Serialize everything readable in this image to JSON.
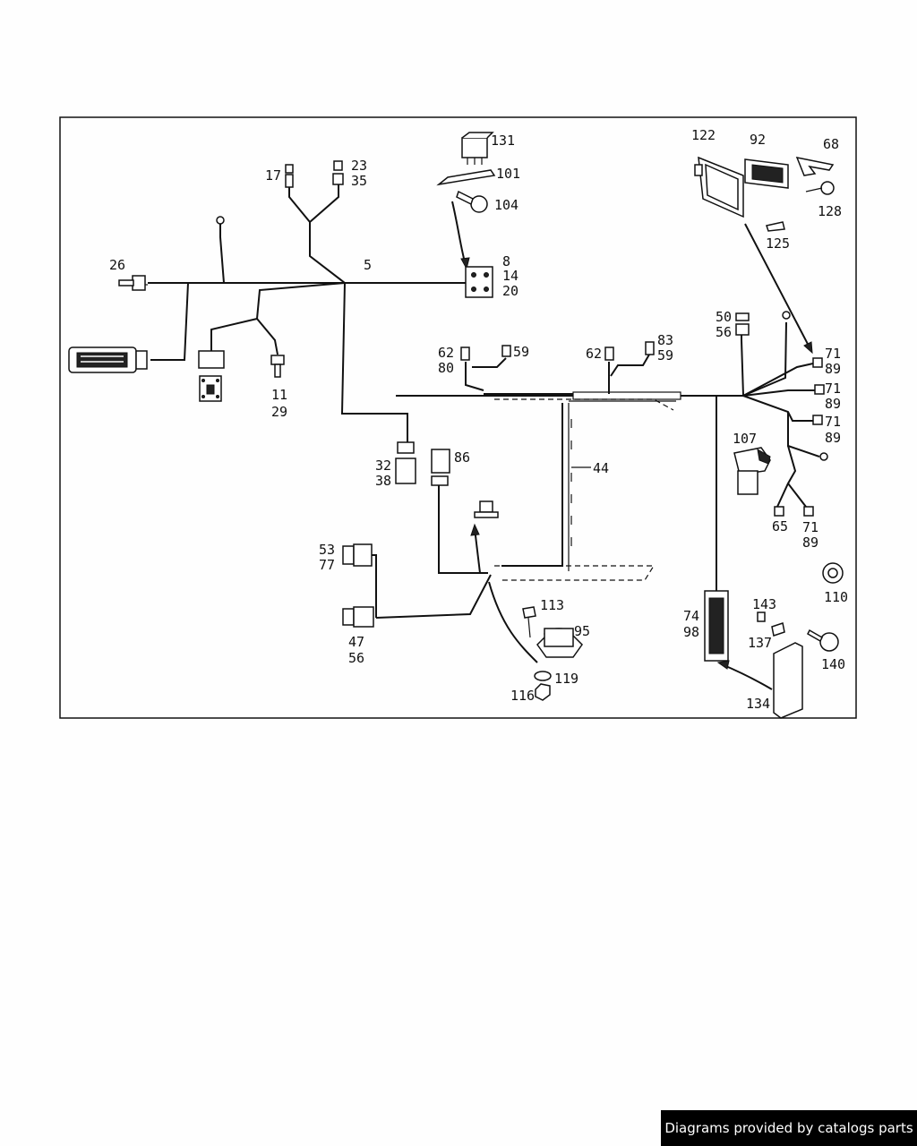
{
  "labels": [
    {
      "id": "131",
      "text": "131"
    },
    {
      "id": "101",
      "text": "101"
    },
    {
      "id": "104",
      "text": "104"
    },
    {
      "id": "122",
      "text": "122"
    },
    {
      "id": "92",
      "text": "92"
    },
    {
      "id": "68",
      "text": "68"
    },
    {
      "id": "128",
      "text": "128"
    },
    {
      "id": "125",
      "text": "125"
    },
    {
      "id": "17",
      "text": "17"
    },
    {
      "id": "23",
      "text": "23"
    },
    {
      "id": "35",
      "text": "35"
    },
    {
      "id": "26",
      "text": "26"
    },
    {
      "id": "5",
      "text": "5"
    },
    {
      "id": "8",
      "text": "8"
    },
    {
      "id": "14",
      "text": "14"
    },
    {
      "id": "20",
      "text": "20"
    },
    {
      "id": "11",
      "text": "11"
    },
    {
      "id": "29",
      "text": "29"
    },
    {
      "id": "50",
      "text": "50"
    },
    {
      "id": "56a",
      "text": "56"
    },
    {
      "id": "62a",
      "text": "62"
    },
    {
      "id": "80",
      "text": "80"
    },
    {
      "id": "59a",
      "text": "59"
    },
    {
      "id": "62b",
      "text": "62"
    },
    {
      "id": "83",
      "text": "83"
    },
    {
      "id": "59b",
      "text": "59"
    },
    {
      "id": "71a",
      "text": "71"
    },
    {
      "id": "89a",
      "text": "89"
    },
    {
      "id": "71b",
      "text": "71"
    },
    {
      "id": "89b",
      "text": "89"
    },
    {
      "id": "71c",
      "text": "71"
    },
    {
      "id": "89c",
      "text": "89"
    },
    {
      "id": "107",
      "text": "107"
    },
    {
      "id": "44",
      "text": "44"
    },
    {
      "id": "32",
      "text": "32"
    },
    {
      "id": "38",
      "text": "38"
    },
    {
      "id": "86",
      "text": "86"
    },
    {
      "id": "65",
      "text": "65"
    },
    {
      "id": "71d",
      "text": "71"
    },
    {
      "id": "89d",
      "text": "89"
    },
    {
      "id": "110",
      "text": "110"
    },
    {
      "id": "53",
      "text": "53"
    },
    {
      "id": "77",
      "text": "77"
    },
    {
      "id": "113",
      "text": "113"
    },
    {
      "id": "95",
      "text": "95"
    },
    {
      "id": "74",
      "text": "74"
    },
    {
      "id": "98",
      "text": "98"
    },
    {
      "id": "143",
      "text": "143"
    },
    {
      "id": "137",
      "text": "137"
    },
    {
      "id": "140",
      "text": "140"
    },
    {
      "id": "47",
      "text": "47"
    },
    {
      "id": "56b",
      "text": "56"
    },
    {
      "id": "119",
      "text": "119"
    },
    {
      "id": "116",
      "text": "116"
    },
    {
      "id": "134",
      "text": "134"
    }
  ],
  "credit": "Diagrams provided by catalogs parts"
}
